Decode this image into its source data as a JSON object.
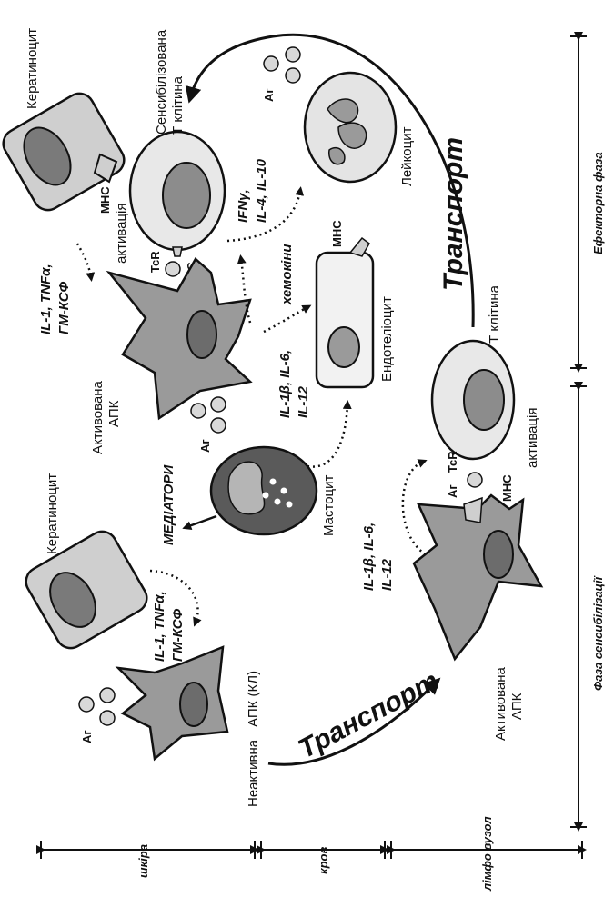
{
  "phases": {
    "effector": "Ефекторна фаза",
    "sensitization": "Фаза сенсибілізації"
  },
  "zones": {
    "skin": "шкіра",
    "blood": "кров",
    "lymph_node": "лімфо вузол"
  },
  "labels": {
    "keratinocyte": "Кератиноцит",
    "sensitized_t_cell_line1": "Сенсибілізована",
    "sensitized_t_cell_line2": "Т клітина",
    "leukocyte": "Лейкоцит",
    "endotheliocyte": "Ендотеліоцит",
    "mast_cell": "Мастоцит",
    "activated_apc_line1": "Активована",
    "activated_apc_line2": "АПК",
    "inactive_apc_line1": "Неактивна",
    "inactive_apc_line2": "АПК (КЛ)",
    "t_cell": "Т клітина",
    "activation": "активація",
    "mhc": "MHC",
    "tcr": "TcR",
    "ag": "Аг",
    "transport": "Транспорт",
    "mediators": "МЕДІАТОРИ",
    "chemokines": "хемокіни",
    "cytokines_kerat_line1": "IL-1, TNFα,",
    "cytokines_kerat_line2": "ГМ-КСФ",
    "cytokines_t_line1": "IFNγ,",
    "cytokines_t_line2": "IL-4, IL-10",
    "cytokines_apc_line1": "IL-1β, IL-6,",
    "cytokines_apc_line2": "IL-12"
  }
}
